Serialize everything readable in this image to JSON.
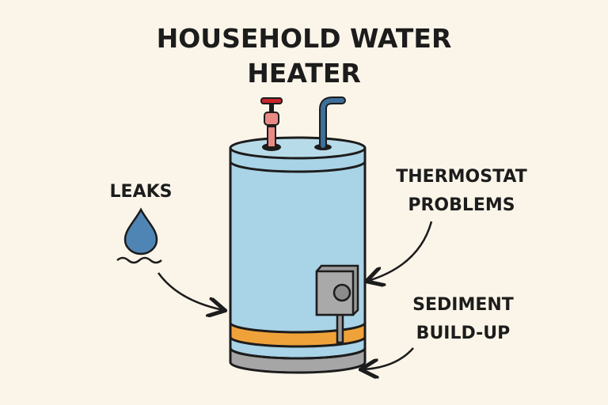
{
  "title": {
    "line1": "HOUSEHOLD WATER",
    "line2": "HEATER"
  },
  "labels": {
    "leaks": "LEAKS",
    "thermostat": {
      "line1": "THERMOSTAT",
      "line2": "PROBLEMS"
    },
    "sediment": {
      "line1": "SEDIMENT",
      "line2": "BUILD-UP"
    }
  },
  "colors": {
    "background": "#fbf5e9",
    "tank": "#a9d3e6",
    "band": "#f0a23a",
    "base": "#a6a6a6",
    "hot_valve": "#c9262b",
    "cold_pipe": "#3c6f9a",
    "drop": "#4f85b5"
  }
}
